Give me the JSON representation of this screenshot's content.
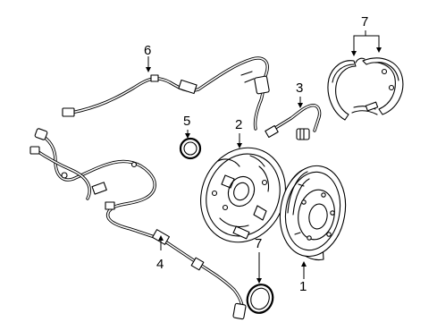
{
  "callouts": [
    {
      "id": "drum",
      "label": "1"
    },
    {
      "id": "backing-plate",
      "label": "2"
    },
    {
      "id": "brake-hose",
      "label": "3"
    },
    {
      "id": "abs-sensor-harness",
      "label": "4"
    },
    {
      "id": "axle-seal",
      "label": "5"
    },
    {
      "id": "upper-harness",
      "label": "6"
    },
    {
      "id": "shoe-set",
      "label": "7"
    },
    {
      "id": "seal-lower",
      "label": "7"
    }
  ]
}
